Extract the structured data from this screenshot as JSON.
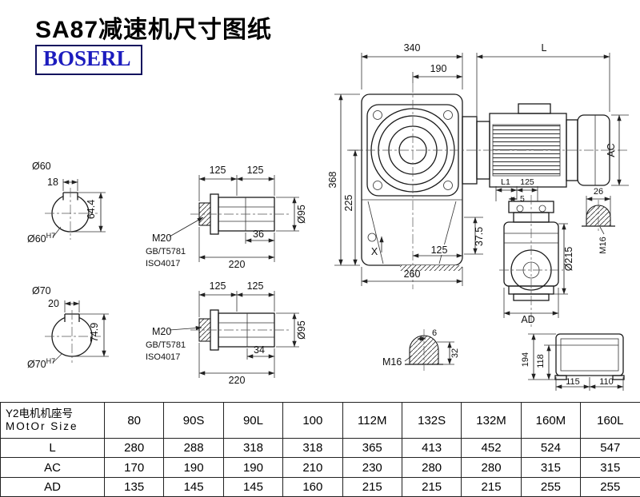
{
  "header": {
    "title": "SA87减速机尺寸图纸",
    "logo": "BOSERL"
  },
  "main_view": {
    "overall_width": "340",
    "motor_length": "L",
    "flange_offset": "190",
    "total_height": "368",
    "axis_to_base": "225",
    "motor_diameter": "AC",
    "foot_height": "37.5",
    "base_center": "125",
    "base_width": "260",
    "mount_face_label": "X"
  },
  "shaft_60": {
    "bore_label": "Ø60",
    "keyway_width": "18",
    "keyway_depth": "64.4",
    "fit_dia": "Ø60",
    "fit_tolerance": "H7"
  },
  "shaft_70": {
    "bore_label": "Ø70",
    "keyway_width": "20",
    "keyway_depth": "74.9",
    "fit_dia": "Ø70",
    "fit_tolerance": "H7"
  },
  "hollow_shaft_top": {
    "seg_left": "125",
    "seg_right": "125",
    "bolt": "M20",
    "standard1": "GB/T5781",
    "standard2": "ISO4017",
    "thread_depth": "36",
    "length": "220",
    "diameter": "Ø95"
  },
  "hollow_shaft_bottom": {
    "seg_left": "125",
    "seg_right": "125",
    "bolt": "M20",
    "standard1": "GB/T5781",
    "standard2": "ISO4017",
    "thread_depth": "34",
    "length": "220",
    "diameter": "Ø95"
  },
  "side_view": {
    "l1": "L1",
    "d125": "125",
    "d5": "5",
    "d26": "26",
    "thread": "M16",
    "flange_dia": "Ø215",
    "ad": "AD"
  },
  "shaft_end": {
    "d6": "6",
    "d32": "32",
    "thread": "M16"
  },
  "motor_end": {
    "d194": "194",
    "d118": "118",
    "d115": "115",
    "d110": "110"
  },
  "table": {
    "header": {
      "line1": "Y2电机机座号",
      "line2": "MOtOr Size",
      "sizes": [
        "80",
        "90S",
        "90L",
        "100",
        "112M",
        "132S",
        "132M",
        "160M",
        "160L"
      ]
    },
    "rows": [
      {
        "label": "L",
        "values": [
          "280",
          "288",
          "318",
          "318",
          "365",
          "413",
          "452",
          "524",
          "547"
        ]
      },
      {
        "label": "AC",
        "values": [
          "170",
          "190",
          "190",
          "210",
          "230",
          "280",
          "280",
          "315",
          "315"
        ]
      },
      {
        "label": "AD",
        "values": [
          "135",
          "145",
          "145",
          "160",
          "215",
          "215",
          "215",
          "255",
          "255"
        ]
      }
    ]
  }
}
